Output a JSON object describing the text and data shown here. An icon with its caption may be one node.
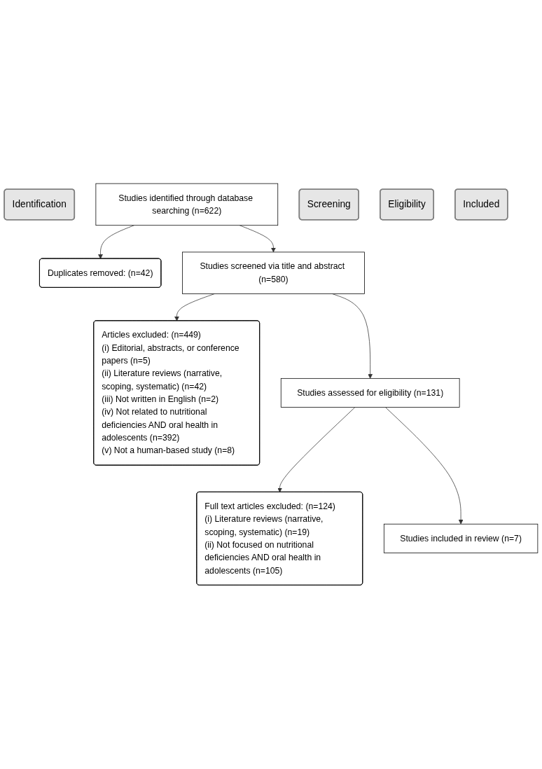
{
  "diagram": {
    "nodes": [
      {
        "text": [
          "Identification"
        ]
      },
      {
        "text": [
          "Studies identified through database searching (n=622)"
        ]
      },
      {
        "text": [
          "Duplicates removed: (n=42)"
        ]
      },
      {
        "text": [
          "Screening"
        ]
      },
      {
        "text": [
          "Studies screened via title and abstract (n=580)"
        ]
      },
      {
        "text": [
          "Articles excluded: (n=449)",
          "(i) Editorial, abstracts, or conference papers (n=5)",
          "(ii) Literature reviews (narrative, scoping, systematic) (n=42)",
          "(iii) Not written in English (n=2)",
          "(iv) Not related to nutritional deficiencies AND oral health in adolescents (n=392)",
          "(v) Not a human-based study (n=8)"
        ]
      },
      {
        "text": [
          "Eligibility"
        ]
      },
      {
        "text": [
          "Studies assessed for eligibility (n=131)"
        ]
      },
      {
        "text": [
          "Full text articles excluded: (n=124)",
          "(i) Literature reviews (narrative, scoping, systematic) (n=19)",
          "(ii) Not focused on nutritional deficiencies AND oral health in adolescents (n=105)"
        ]
      },
      {
        "text": [
          "Included"
        ]
      },
      {
        "text": [
          "Studies included in review (n=7)"
        ]
      }
    ],
    "edges": [
      {
        "from": 1,
        "to": 2,
        "arrow": "to"
      },
      {
        "from": 1,
        "to": 4,
        "arrow": "to"
      },
      {
        "from": 4,
        "to": 5,
        "arrow": "to"
      },
      {
        "from": 4,
        "to": 7,
        "arrow": "to"
      },
      {
        "from": 7,
        "to": 8,
        "arrow": "to"
      },
      {
        "from": 7,
        "to": 10,
        "arrow": "to"
      }
    ]
  }
}
